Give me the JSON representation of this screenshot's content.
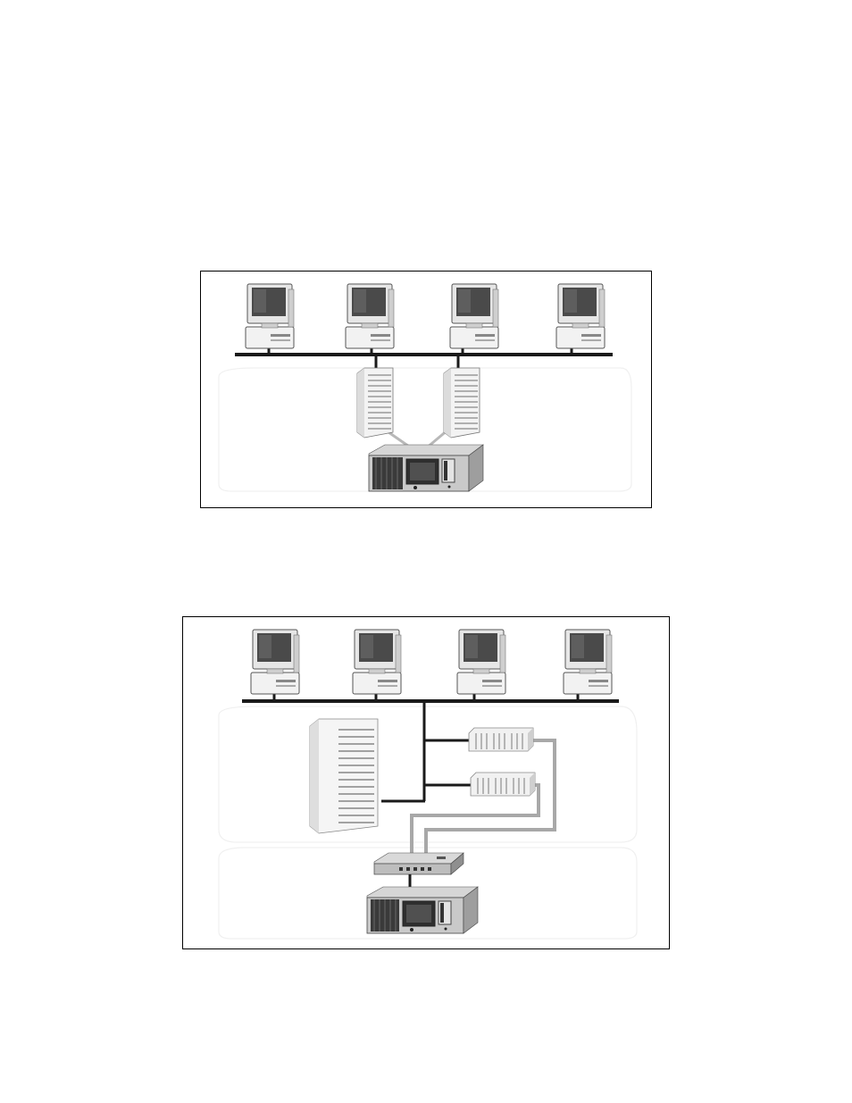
{
  "figures": [
    {
      "id": "figure-1",
      "nodes": {
        "client_workstations": 4,
        "tower_servers": 2,
        "tape_libraries": 1
      }
    },
    {
      "id": "figure-2",
      "nodes": {
        "client_workstations": 4,
        "tower_servers": 1,
        "storage_devices": 2,
        "switches": 1,
        "tape_libraries": 1
      }
    }
  ],
  "colors": {
    "line": "#1a1a1a",
    "fiber": "#a8a8a8",
    "device_light": "#efefef",
    "device_mid": "#cfcfcf",
    "device_dark": "#3a3a3a",
    "screen": "#4a4a4a"
  }
}
